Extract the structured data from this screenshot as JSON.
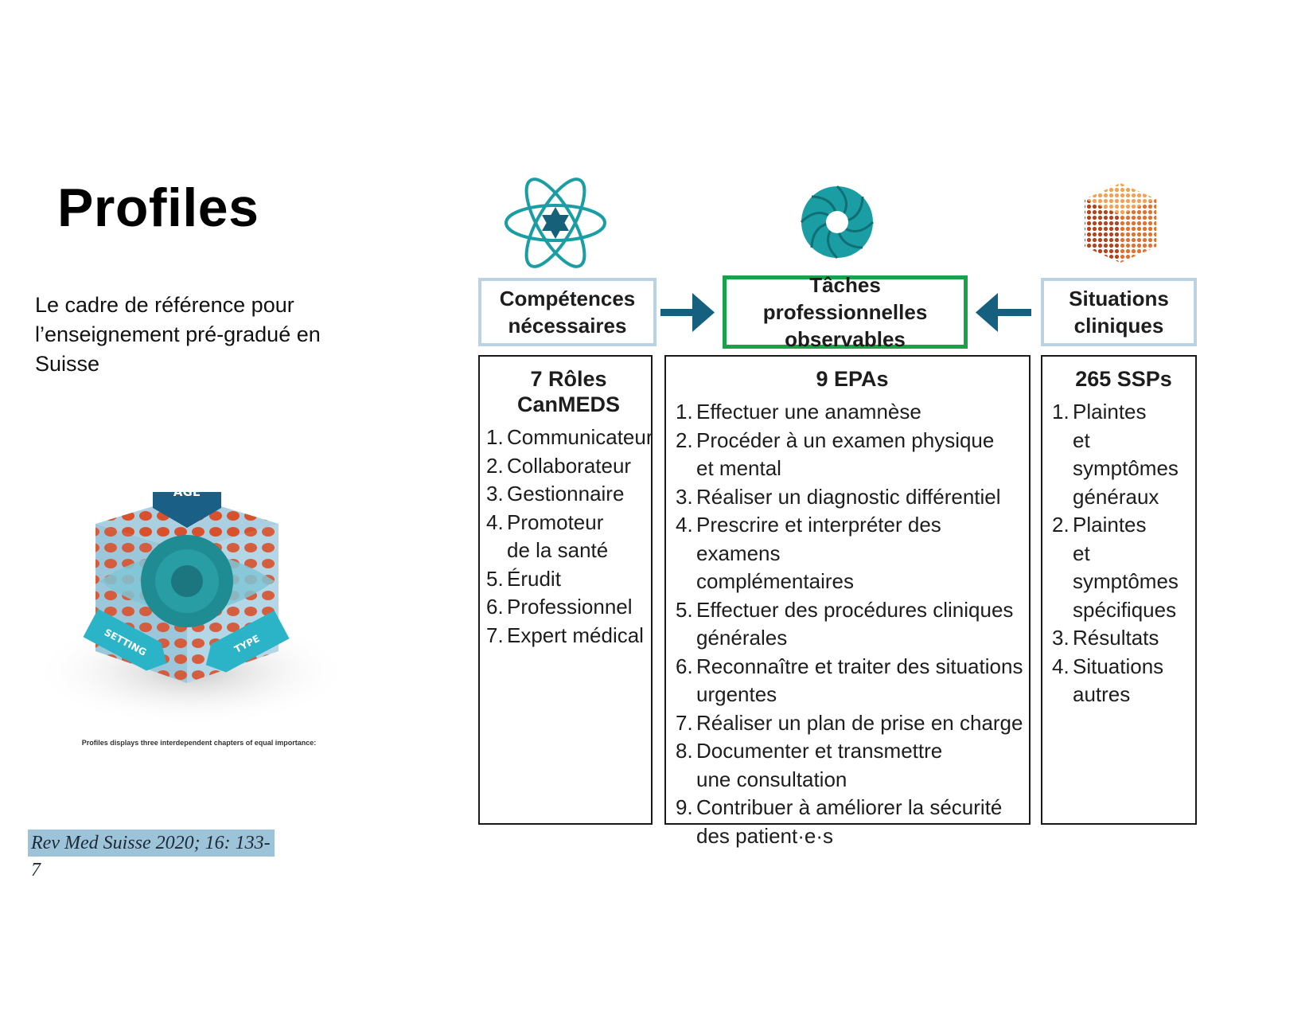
{
  "slide": {
    "title": "Profiles",
    "subtitle": "Le cadre de référence pour l’enseignement pré-gradué en Suisse",
    "citation": "Rev Med Suisse 2020; 16: 133-7"
  },
  "cube": {
    "labels": {
      "age": "AGE",
      "setting": "SETTING",
      "type": "TYPE"
    },
    "caption": "Profiles displays three interdependent chapters of equal importance:",
    "colors": {
      "dark": "#1a5f85",
      "teal": "#2bb3c7",
      "dots": "#d9512c",
      "face": "#a9cfe0"
    }
  },
  "icons": [
    "atom-icon",
    "aperture-icon",
    "cube-dots-icon"
  ],
  "columns": [
    {
      "header": [
        "Compétences",
        "nécessaires"
      ],
      "list_title": "7 Rôles CanMEDS",
      "items": [
        {
          "num": "1.",
          "text": "Communicateur"
        },
        {
          "num": "2.",
          "text": "Collaborateur"
        },
        {
          "num": "3.",
          "text": "Gestionnaire"
        },
        {
          "num": "4.",
          "text": "Promoteur\nde la santé"
        },
        {
          "num": "5.",
          "text": "Érudit"
        },
        {
          "num": "6.",
          "text": "Professionnel"
        },
        {
          "num": "7.",
          "text": "Expert médical"
        }
      ]
    },
    {
      "header": [
        "Tâches professionnelles",
        "observables"
      ],
      "list_title": "9 EPAs",
      "items": [
        {
          "num": "1.",
          "text": "Effectuer une anamnèse"
        },
        {
          "num": "2.",
          "text": "Procéder à un examen physique\net mental"
        },
        {
          "num": "3.",
          "text": "Réaliser un diagnostic différentiel"
        },
        {
          "num": "4.",
          "text": "Prescrire et interpréter des examens\ncomplémentaires"
        },
        {
          "num": "5.",
          "text": "Effectuer des procédures cliniques\ngénérales"
        },
        {
          "num": "6.",
          "text": "Reconnaître et traiter des situations\nurgentes"
        },
        {
          "num": "7.",
          "text": "Réaliser un plan de prise en charge"
        },
        {
          "num": "8.",
          "text": "Documenter et transmettre\nune consultation"
        },
        {
          "num": "9.",
          "text": "Contribuer à améliorer la sécurité\ndes patient·e·s"
        }
      ]
    },
    {
      "header": [
        "Situations",
        "cliniques"
      ],
      "list_title": "265 SSPs",
      "items": [
        {
          "num": "1.",
          "text": "Plaintes\net symptômes\ngénéraux"
        },
        {
          "num": "2.",
          "text": "Plaintes\net symptômes\nspécifiques"
        },
        {
          "num": "3.",
          "text": "Résultats"
        },
        {
          "num": "4.",
          "text": "Situations\nautres"
        }
      ]
    }
  ],
  "colors": {
    "arrow": "#15607f",
    "header_border": "#b9d3e4",
    "highlight_border": "#18a34a",
    "icon_teal": "#1a9ea3",
    "icon_orange": "#e2702e"
  }
}
